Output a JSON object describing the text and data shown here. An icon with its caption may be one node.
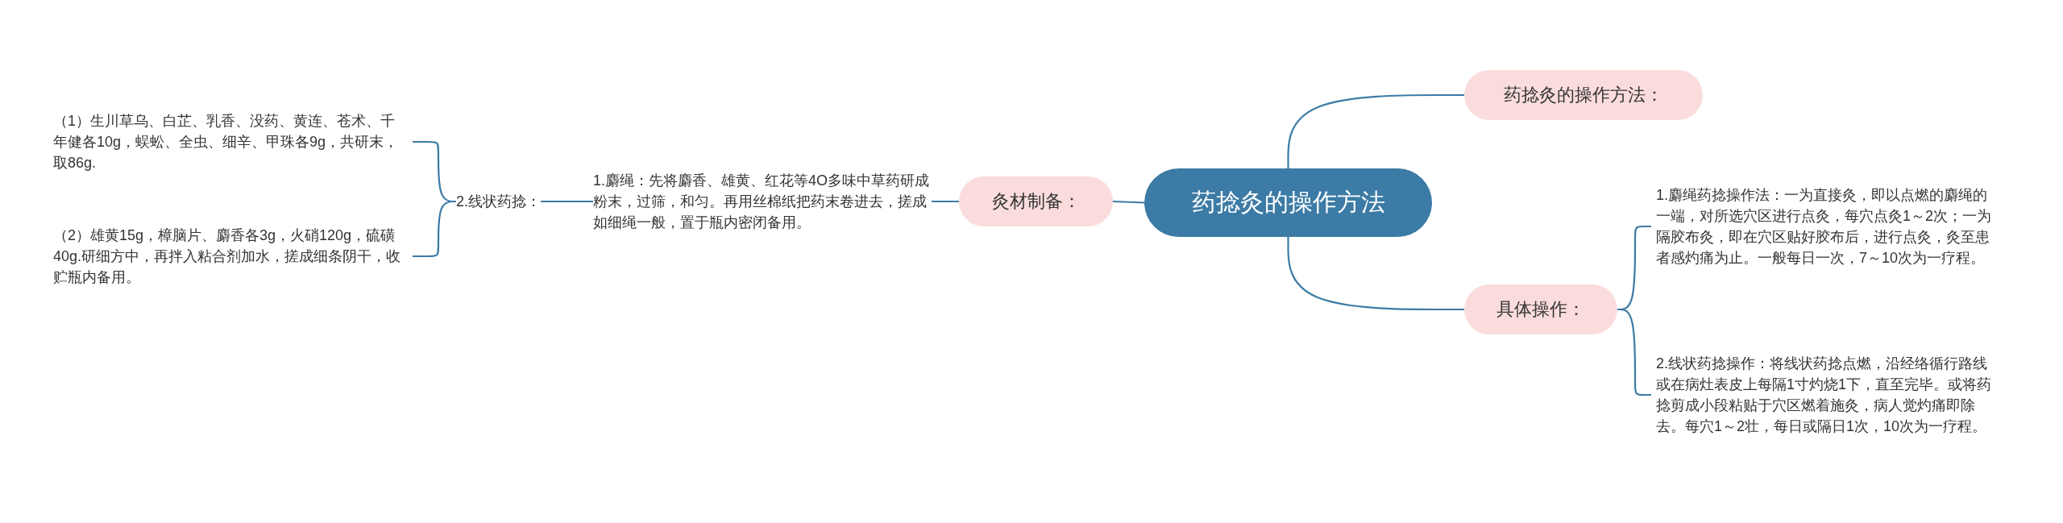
{
  "diagram": {
    "nodes": [
      {
        "text": [
          "药捻灸的操作方法"
        ]
      },
      {
        "text": [
          "药捻灸的操作方法："
        ]
      },
      {
        "text": [
          "具体操作："
        ]
      },
      {
        "text": [
          "1.麝绳药捻操作法：一为直接灸，即以点燃的麝绳的一端，对所选穴区进行点灸，每穴点灸1～2次；一为隔胶布灸，即在穴区贴好胶布后，进行点灸，灸至患者感灼痛为止。一般每日一次，7～10次为一疗程。"
        ]
      },
      {
        "text": [
          "2.线状药捻操作：将线状药捻点燃，沿经络循行路线或在病灶表皮上每隔1寸灼烧1下，直至完毕。或将药捻剪成小段粘贴于穴区燃着施灸，病人觉灼痛即除去。每穴1～2壮，每日或隔日1次，10次为一疗程。"
        ]
      },
      {
        "text": [
          "灸材制备："
        ]
      },
      {
        "text": [
          "1.麝绳：先将麝香、雄黄、红花等4O多味中草药研成粉末，过筛，和匀。再用丝棉纸把药末卷进去，搓成如细绳一般，置于瓶内密闭备用。"
        ]
      },
      {
        "text": [
          "2.线状药捻："
        ]
      },
      {
        "text": [
          "（1）生川草乌、白芷、乳香、没药、黄连、苍术、千年健各10g，蜈蚣、全虫、细辛、甲珠各9g，共研末，取86g."
        ]
      },
      {
        "text": [
          "（2）雄黄15g，樟脑片、麝香各3g，火硝120g，硫磺40g.研细方中，再拌入粘合剂加水，搓成细条阴干，收贮瓶内备用。"
        ]
      }
    ],
    "edges": [
      {
        "from": 0,
        "to": 1,
        "arrow": "none"
      },
      {
        "from": 0,
        "to": 2,
        "arrow": "none"
      },
      {
        "from": 2,
        "to": 3,
        "arrow": "none"
      },
      {
        "from": 2,
        "to": 4,
        "arrow": "none"
      },
      {
        "from": 0,
        "to": 5,
        "arrow": "none"
      },
      {
        "from": 5,
        "to": 6,
        "arrow": "none"
      },
      {
        "from": 6,
        "to": 7,
        "arrow": "none"
      },
      {
        "from": 7,
        "to": 8,
        "arrow": "none"
      },
      {
        "from": 7,
        "to": 9,
        "arrow": "none"
      }
    ]
  }
}
